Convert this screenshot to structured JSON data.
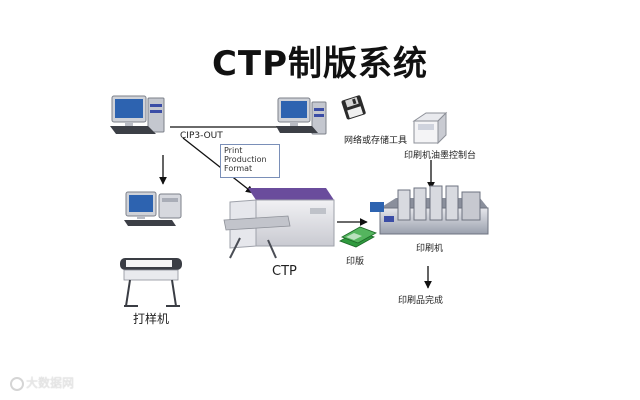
{
  "title": "CTP制版系统",
  "labels": {
    "cip3_out": "CIP3-OUT",
    "ppf_lines": [
      "Print",
      "Production",
      "Format"
    ],
    "network_storage": "网络或存储工具",
    "ink_console": "印刷机油墨控制台",
    "ctp": "CTP",
    "plate": "印版",
    "press": "印刷机",
    "proofer": "打样机",
    "finished": "印刷品完成"
  },
  "watermark": "大数据网",
  "icons": {
    "workstation": "computer-icon",
    "floppy": "floppy-disk-icon",
    "console": "ink-console-icon",
    "ctp_machine": "ctp-platesetter-icon",
    "plates": "printing-plate-icon",
    "press": "printing-press-icon",
    "plotter": "proofer-plotter-icon",
    "watermark_logo": "watermark-logo-icon"
  },
  "colors": {
    "ctp_body": "#d9dadf",
    "ctp_accent": "#6a4c9c",
    "plate_green": "#2f9a3e",
    "monitor_screen": "#2d63b0",
    "case_blue": "#3b4da6"
  }
}
